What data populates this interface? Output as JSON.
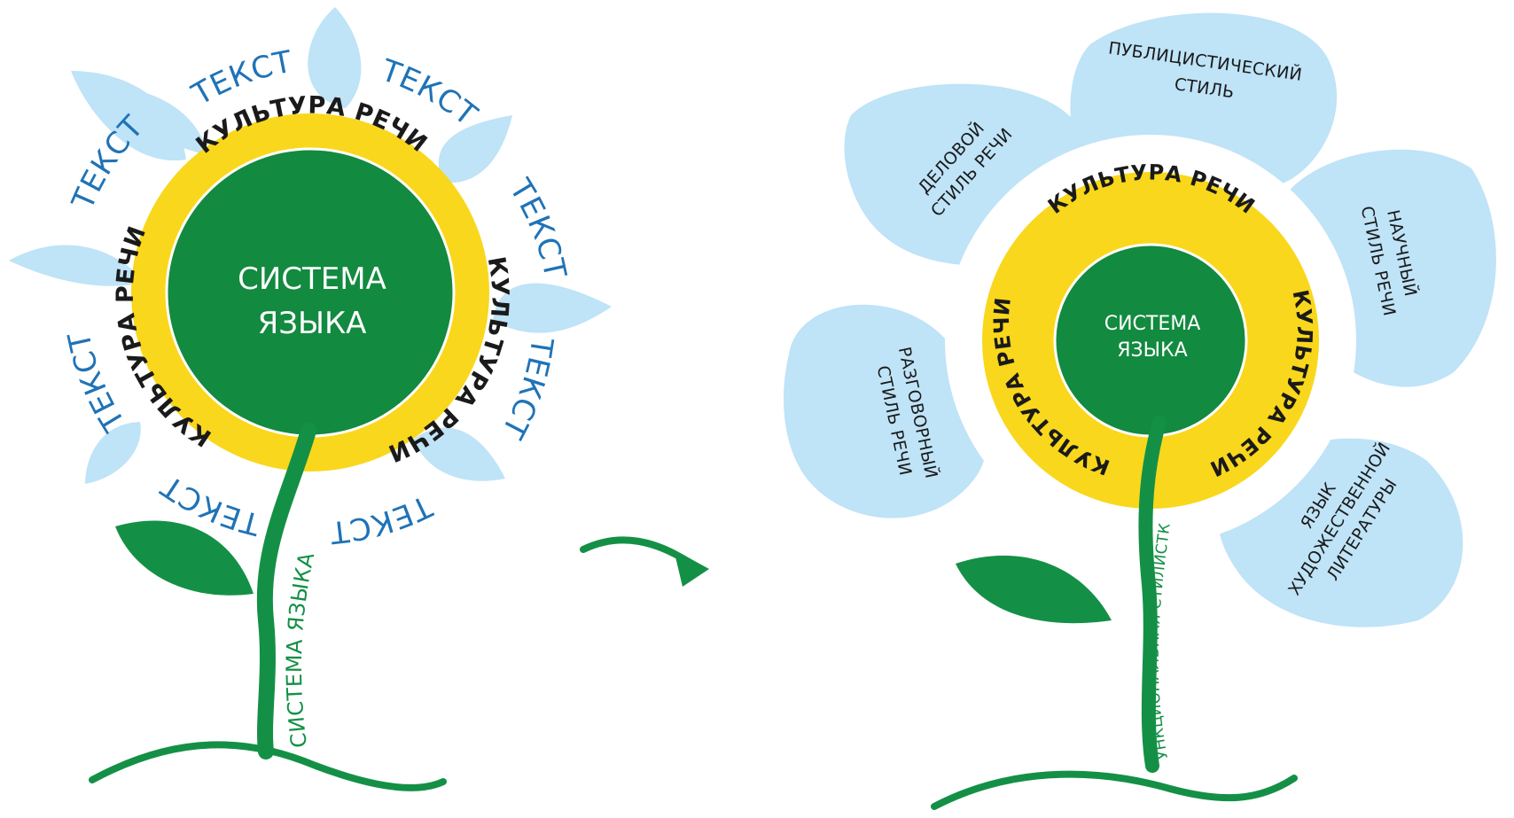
{
  "colors": {
    "petal": "#bfe3f7",
    "petal_text": "#1f73b7",
    "ring": "#f9d71c",
    "core": "#128a3f",
    "stem": "#149046",
    "arrow": "#149046"
  },
  "left_flower": {
    "core_line1": "СИСТЕМА",
    "core_line2": "ЯЗЫКА",
    "ring_labels": [
      "КУЛЬТУРА РЕЧИ",
      "КУЛЬТУРА РЕЧИ",
      "КУЛЬТУРА РЕЧИ"
    ],
    "petal_labels": [
      "ТЕКСТ",
      "ТЕКСТ",
      "ТЕКСТ",
      "ТЕКСТ",
      "ТЕКСТ",
      "ТЕКСТ",
      "ТЕКСТ",
      "ТЕКСТ"
    ],
    "stem_label": "СИСТЕМА ЯЗЫКА"
  },
  "right_flower": {
    "core_line1": "СИСТЕМА",
    "core_line2": "ЯЗЫКА",
    "ring_labels": [
      "КУЛЬТУРА РЕЧИ",
      "КУЛЬТУРА РЕЧИ",
      "КУЛЬТУРА РЕЧИ"
    ],
    "stem_label": "ФУНКЦИОНАЛЬНАЯ СТИЛИСТКА",
    "styles": {
      "publicistic": [
        "ПУБЛИЦИСТИЧЕСКИЙ",
        "СТИЛЬ"
      ],
      "business": [
        "ДЕЛОВОЙ",
        "СТИЛЬ РЕЧИ"
      ],
      "scientific": [
        "НАУЧНЫЙ",
        "СТИЛЬ РЕЧИ"
      ],
      "colloquial": [
        "РАЗГОВОРНЫЙ",
        "СТИЛЬ РЕЧИ"
      ],
      "literary": [
        "ЯЗЫК",
        "ХУДОЖЕСТВЕННОЙ",
        "ЛИТЕРАТУРЫ"
      ]
    }
  }
}
